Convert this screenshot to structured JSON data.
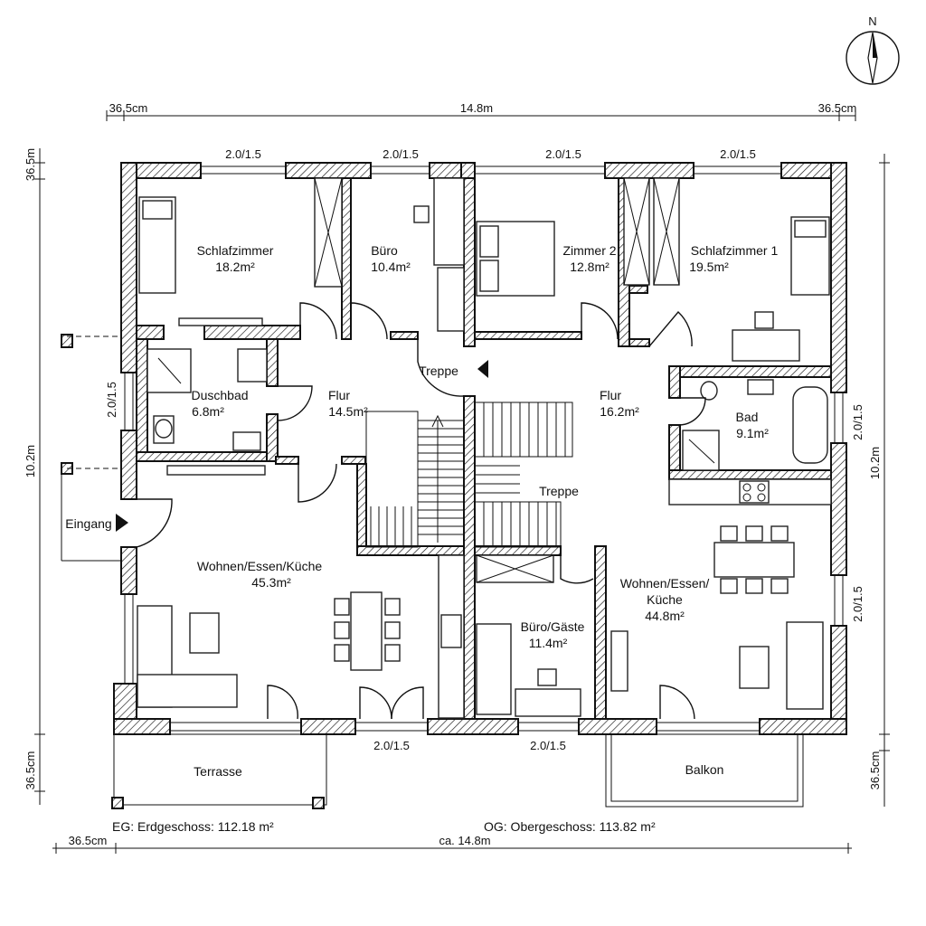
{
  "compass": {
    "north_label": "N"
  },
  "rooms": {
    "schlafzimmer": {
      "name": "Schlafzimmer",
      "area": "18.2m²"
    },
    "buero": {
      "name": "Büro",
      "area": "10.4m²"
    },
    "zimmer2": {
      "name": "Zimmer 2",
      "area": "12.8m²"
    },
    "schlafzimmer1": {
      "name": "Schlafzimmer 1",
      "area": "19.5m²"
    },
    "duschbad": {
      "name": "Duschbad",
      "area": "6.8m²"
    },
    "flur_eg": {
      "name": "Flur",
      "area": "14.5m²"
    },
    "flur_og": {
      "name": "Flur",
      "area": "16.2m²"
    },
    "bad": {
      "name": "Bad",
      "area": "9.1m²"
    },
    "treppe_top": {
      "name": "Treppe"
    },
    "treppe_mid": {
      "name": "Treppe"
    },
    "wohnen_eg": {
      "name": "Wohnen/Essen/Küche",
      "area": "45.3m²"
    },
    "wohnen_og": {
      "line1": "Wohnen/Essen/",
      "line2": "Küche",
      "area": "44.8m²"
    },
    "buero_gaeste": {
      "name": "Büro/Gäste",
      "area": "11.4m²"
    },
    "eingang": {
      "name": "Eingang"
    },
    "terrasse": {
      "name": "Terrasse"
    },
    "balkon": {
      "name": "Balkon"
    }
  },
  "dimensions": {
    "top_left": "36.5cm",
    "top_center": "14.8m",
    "top_right": "36.5cm",
    "left_top": "36.5m",
    "left_mid": "10.2m",
    "left_bottom": "36.5cm",
    "right_mid": "10.2m",
    "right_bottom": "36.5cm",
    "bottom_left": "36.5cm",
    "bottom_center": "ca. 14.8m"
  },
  "windows": {
    "top1": "2.0/1.5",
    "top2": "2.0/1.5",
    "top3": "2.0/1.5",
    "top4": "2.0/1.5",
    "left": "2.0/1.5",
    "right1": "2.0/1.5",
    "right2": "2.0/1.5",
    "bottom1": "2.0/1.5",
    "bottom2": "2.0/1.5"
  },
  "footer": {
    "eg": "EG: Erdgeschoss: 112.18 m²",
    "og": "OG: Obergeschoss: 113.82 m²"
  }
}
